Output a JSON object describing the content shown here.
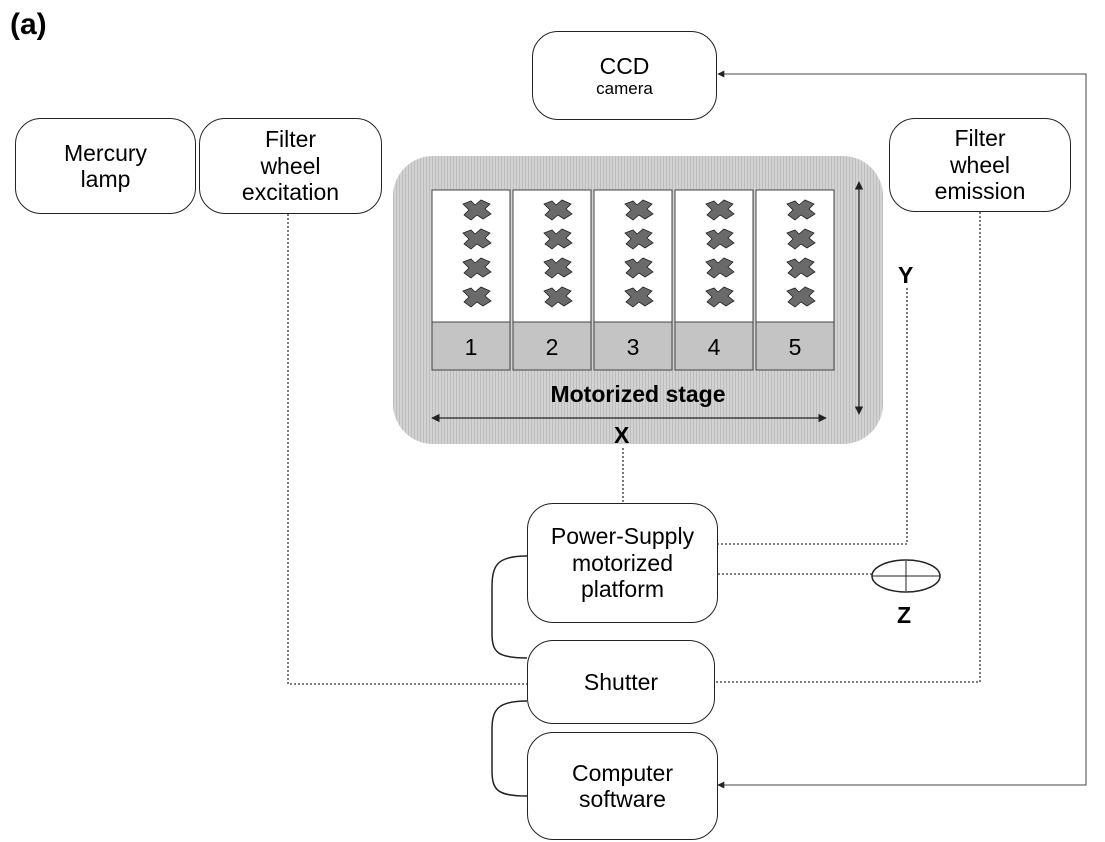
{
  "panel_label": "(a)",
  "nodes": {
    "ccd": {
      "line1": "CCD",
      "line2": "camera"
    },
    "mercury": {
      "line1": "Mercury",
      "line2": "lamp"
    },
    "filter_exc": {
      "line1": "Filter",
      "line2": "wheel",
      "line3": "excitation"
    },
    "filter_em": {
      "line1": "Filter",
      "line2": "wheel",
      "line3": "emission"
    },
    "power": {
      "line1": "Power-Supply",
      "line2": "motorized",
      "line3": "platform"
    },
    "shutter": {
      "label": "Shutter"
    },
    "computer": {
      "line1": "Computer",
      "line2": "software"
    }
  },
  "stage": {
    "title": "Motorized stage",
    "slides": [
      "1",
      "2",
      "3",
      "4",
      "5"
    ],
    "axis_x": "X",
    "axis_y": "Y",
    "axis_z": "Z"
  },
  "colors": {
    "stage_fill": "#d0d0d0",
    "slide_label_fill": "#c4c4c4",
    "section_fill": "#6a6a6a",
    "line": "#333333"
  }
}
